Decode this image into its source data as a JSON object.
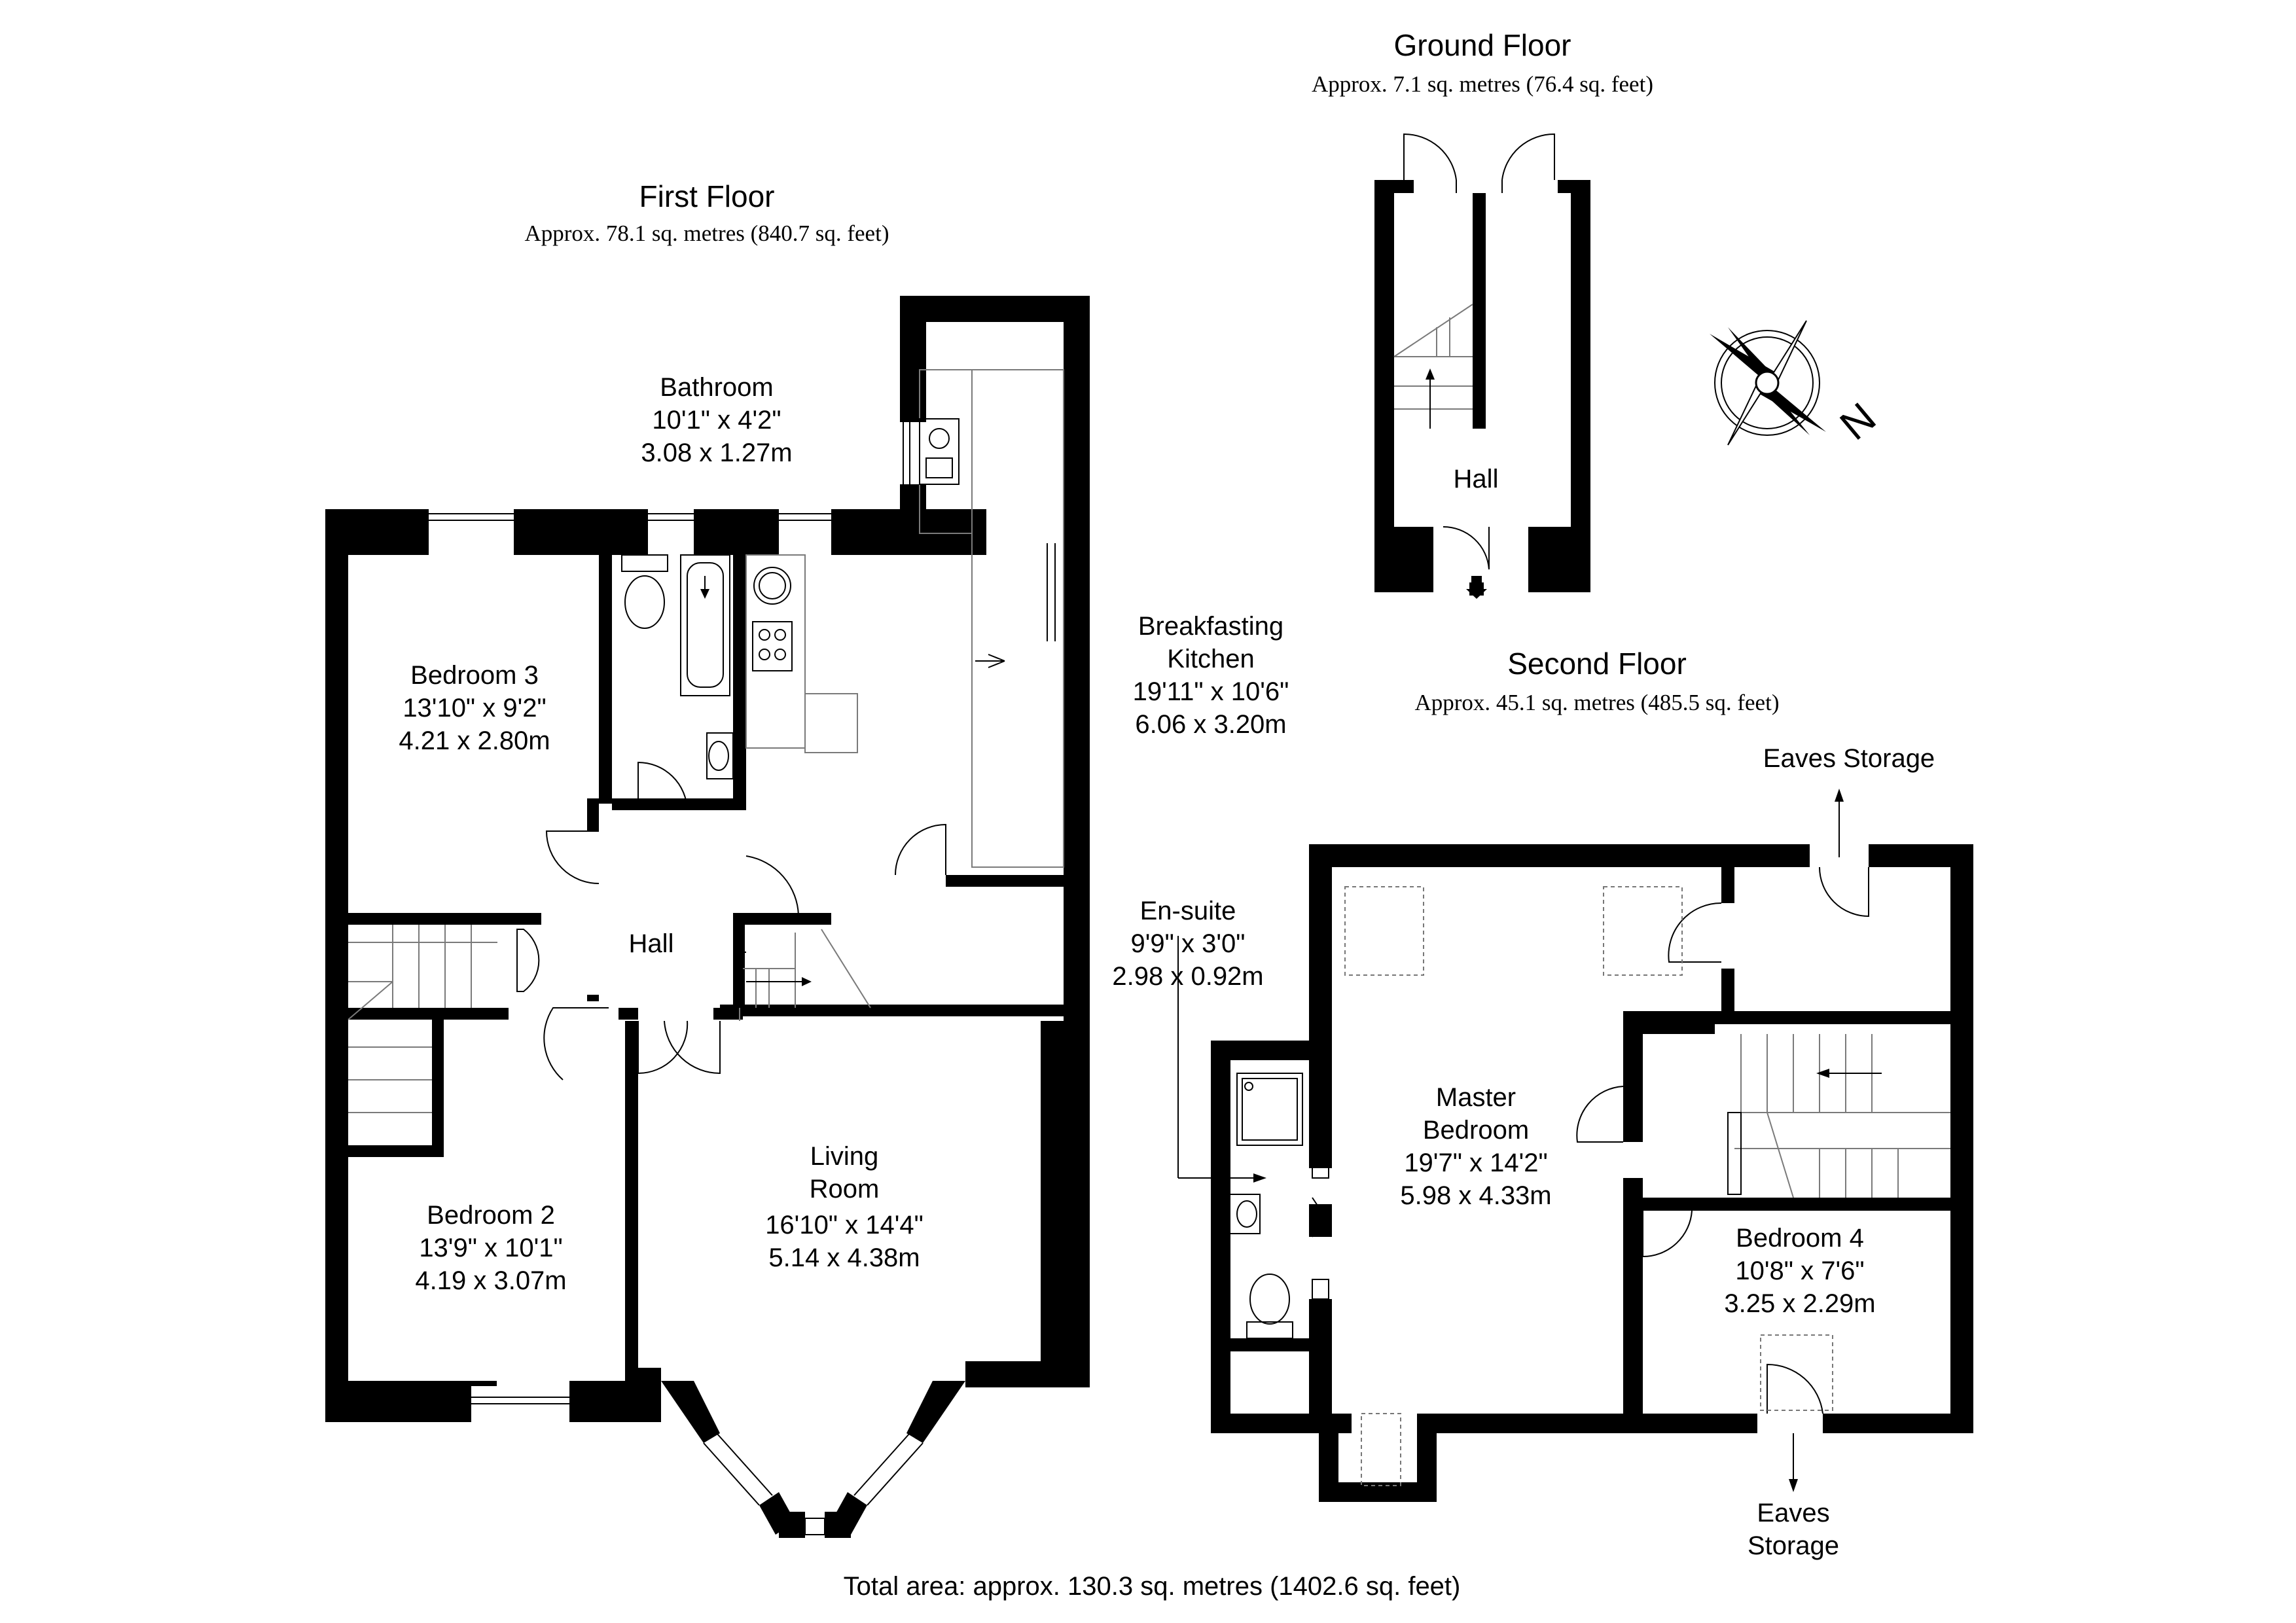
{
  "floors": {
    "ground": {
      "title": "Ground Floor",
      "area": "Approx. 7.1 sq. metres (76.4 sq. feet)"
    },
    "first": {
      "title": "First Floor",
      "area": "Approx. 78.1 sq. metres (840.7 sq. feet)"
    },
    "second": {
      "title": "Second Floor",
      "area": "Approx. 45.1 sq. metres (485.5 sq. feet)"
    }
  },
  "rooms": {
    "bathroom": {
      "name": "Bathroom",
      "imperial": "10'1\" x 4'2\"",
      "metric": "3.08 x 1.27m"
    },
    "kitchen": {
      "name_1": "Breakfasting",
      "name_2": "Kitchen",
      "imperial": "19'11\" x 10'6\"",
      "metric": "6.06 x 3.20m"
    },
    "bedroom3": {
      "name": "Bedroom 3",
      "imperial": "13'10\" x 9'2\"",
      "metric": "4.21 x 2.80m"
    },
    "hall_first": {
      "name": "Hall"
    },
    "bedroom2": {
      "name": "Bedroom 2",
      "imperial": "13'9\" x 10'1\"",
      "metric": "4.19 x 3.07m"
    },
    "living": {
      "name_1": "Living",
      "name_2": "Room",
      "imperial": "16'10\" x 14'4\"",
      "metric": "5.14 x 4.38m"
    },
    "hall_ground": {
      "name": "Hall"
    },
    "ensuite": {
      "name": "En-suite",
      "imperial": "9'9\" x 3'0\"",
      "metric": "2.98 x 0.92m"
    },
    "master": {
      "name_1": "Master",
      "name_2": "Bedroom",
      "imperial": "19'7\" x 14'2\"",
      "metric": "5.98 x 4.33m"
    },
    "bedroom4": {
      "name": "Bedroom 4",
      "imperial": "10'8\" x 7'6\"",
      "metric": "3.25 x 2.29m"
    },
    "eaves_top": {
      "name": "Eaves Storage"
    },
    "eaves_bottom": {
      "name_1": "Eaves",
      "name_2": "Storage"
    }
  },
  "compass": {
    "label": "N",
    "icon": "compass-rose-icon"
  },
  "total_area": "Total area: approx. 130.3 sq. metres (1402.6 sq. feet)"
}
